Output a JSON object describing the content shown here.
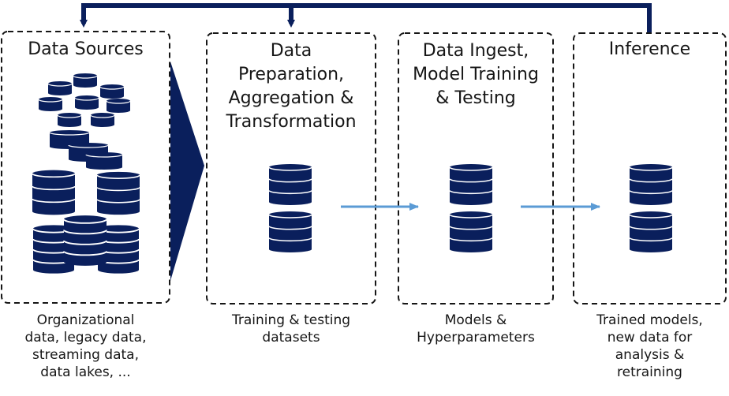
{
  "stages": [
    {
      "title": "Data Sources",
      "caption": "Organizational\ndata, legacy data,\nstreaming data,\ndata lakes, ..."
    },
    {
      "title": "Data\nPreparation,\nAggregation &\nTransformation",
      "caption": "Training & testing\ndatasets"
    },
    {
      "title": "Data Ingest,\nModel Training\n& Testing",
      "caption": "Models &\nHyperparameters"
    },
    {
      "title": "Inference",
      "caption": "Trained models,\nnew data for\nanalysis &\nretraining"
    }
  ],
  "colors": {
    "navy": "#0a1f5c",
    "flow_arrow": "#5b9bd5",
    "box_border": "#161616"
  },
  "icons": {
    "database": "database-icon",
    "feedback": "feedback-loop-arrow",
    "chevron": "chevron-right-icon"
  }
}
